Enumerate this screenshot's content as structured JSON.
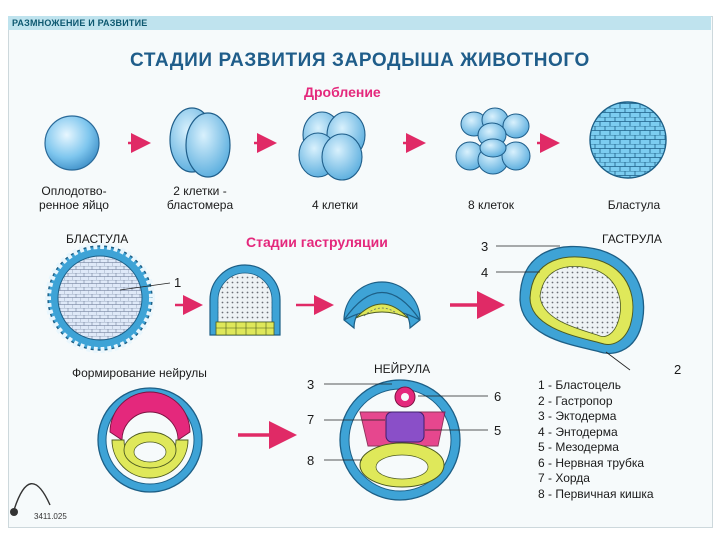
{
  "header": {
    "label": "РАЗМНОЖЕНИЕ И РАЗВИТИЕ"
  },
  "title": "СТАДИИ РАЗВИТИЯ ЗАРОДЫША ЖИВОТНОГО",
  "cleavage": {
    "title": "Дробление",
    "captions": [
      "Оплодотво-\nренное яйцо",
      "2 клетки -\nбластомера",
      "4 клетки",
      "8 клеток",
      "Бластула"
    ]
  },
  "gastrulation": {
    "title": "Стадии гаструляции",
    "blastula_label": "БЛАСТУЛА",
    "gastrula_label": "ГАСТРУЛА",
    "callouts": [
      "1",
      "2",
      "3",
      "4"
    ]
  },
  "neurulation": {
    "title": "Формирование нейрулы",
    "neurula_label": "НЕЙРУЛА",
    "callouts": [
      "3",
      "6",
      "7",
      "5",
      "8"
    ]
  },
  "legend": [
    "1 - Бластоцель",
    "2 - Гастропор",
    "3 - Эктодерма",
    "4 - Энтодерма",
    "5 - Мезодерма",
    "6 - Нервная трубка",
    "7 - Хорда",
    "8 - Первичная кишка"
  ],
  "catalog_number": "3411.025",
  "colors": {
    "title": "#1f5d8a",
    "pink_heading": "#e4287c",
    "ectoderm": "#4aa9d6",
    "endoderm": "#dfe85a",
    "mesoderm": "#8a4fc8",
    "arrow": "#e02a66"
  }
}
